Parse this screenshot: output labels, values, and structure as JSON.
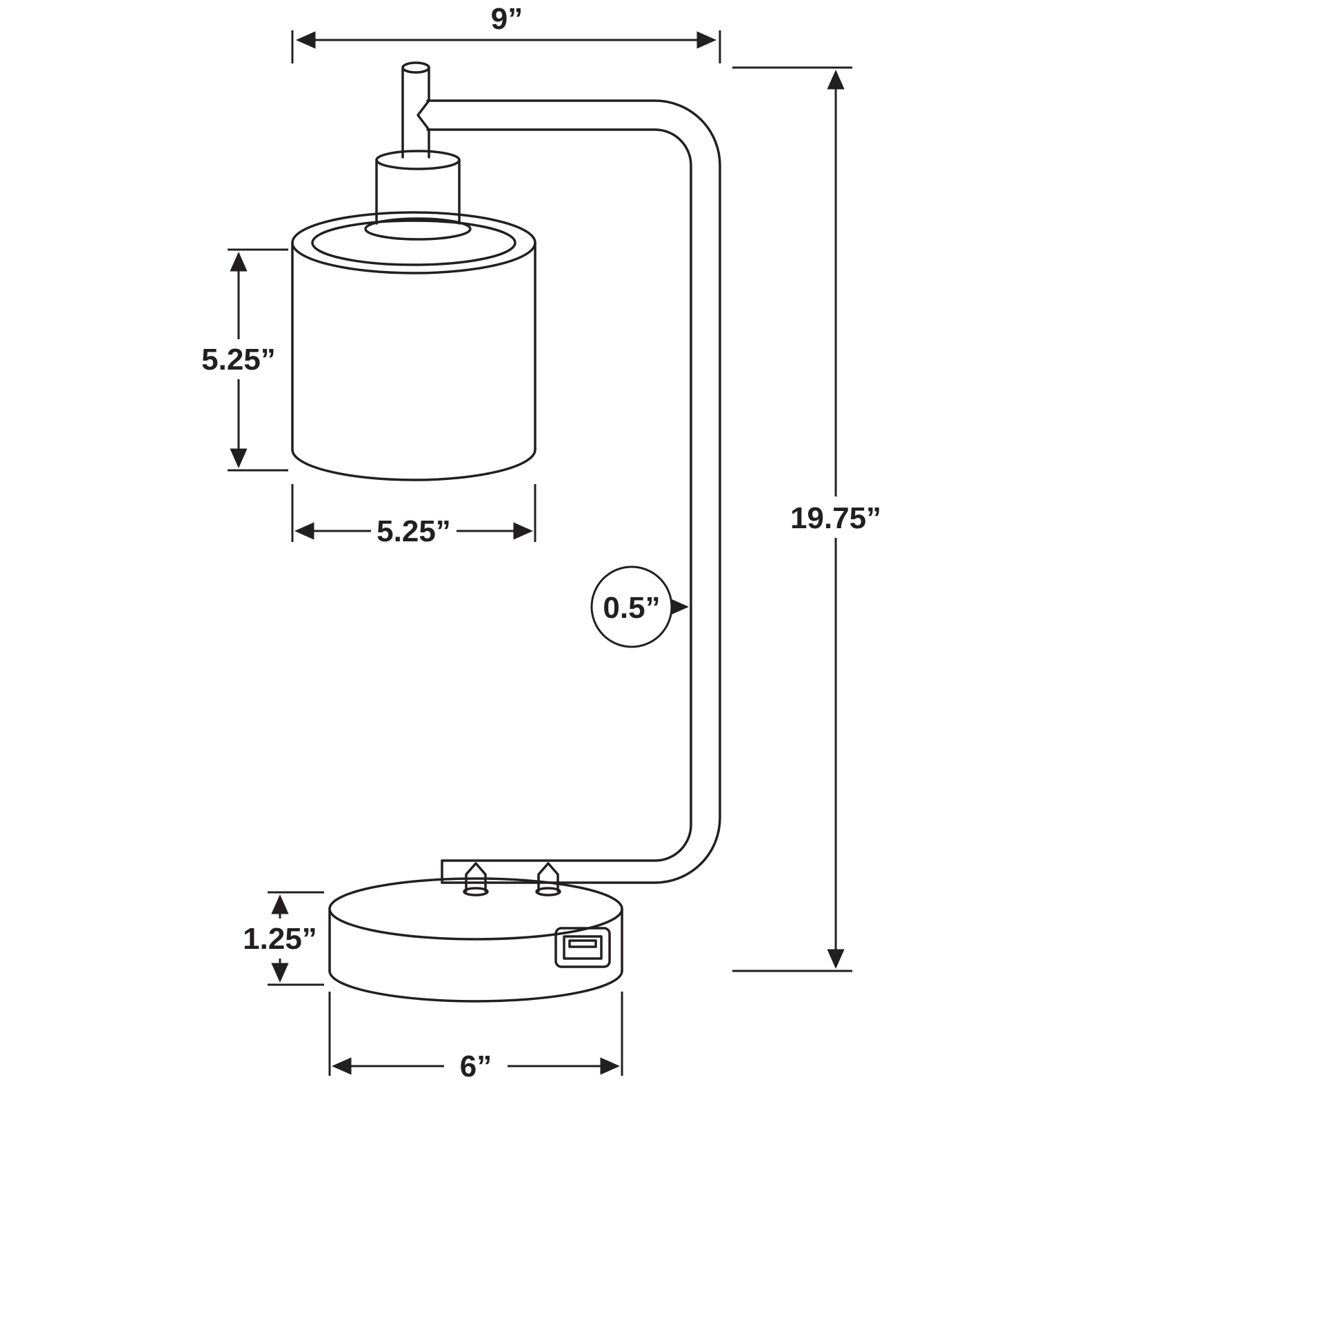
{
  "page": {
    "background": "#ffffff",
    "line_color": "#231f20"
  },
  "drawing": {
    "labels": {
      "top_width": "9”",
      "shade_height": "5.25”",
      "shade_width": "5.25”",
      "total_height": "19.75”",
      "pole_diameter": "0.5”",
      "base_height": "1.25”",
      "base_width": "6”"
    }
  }
}
